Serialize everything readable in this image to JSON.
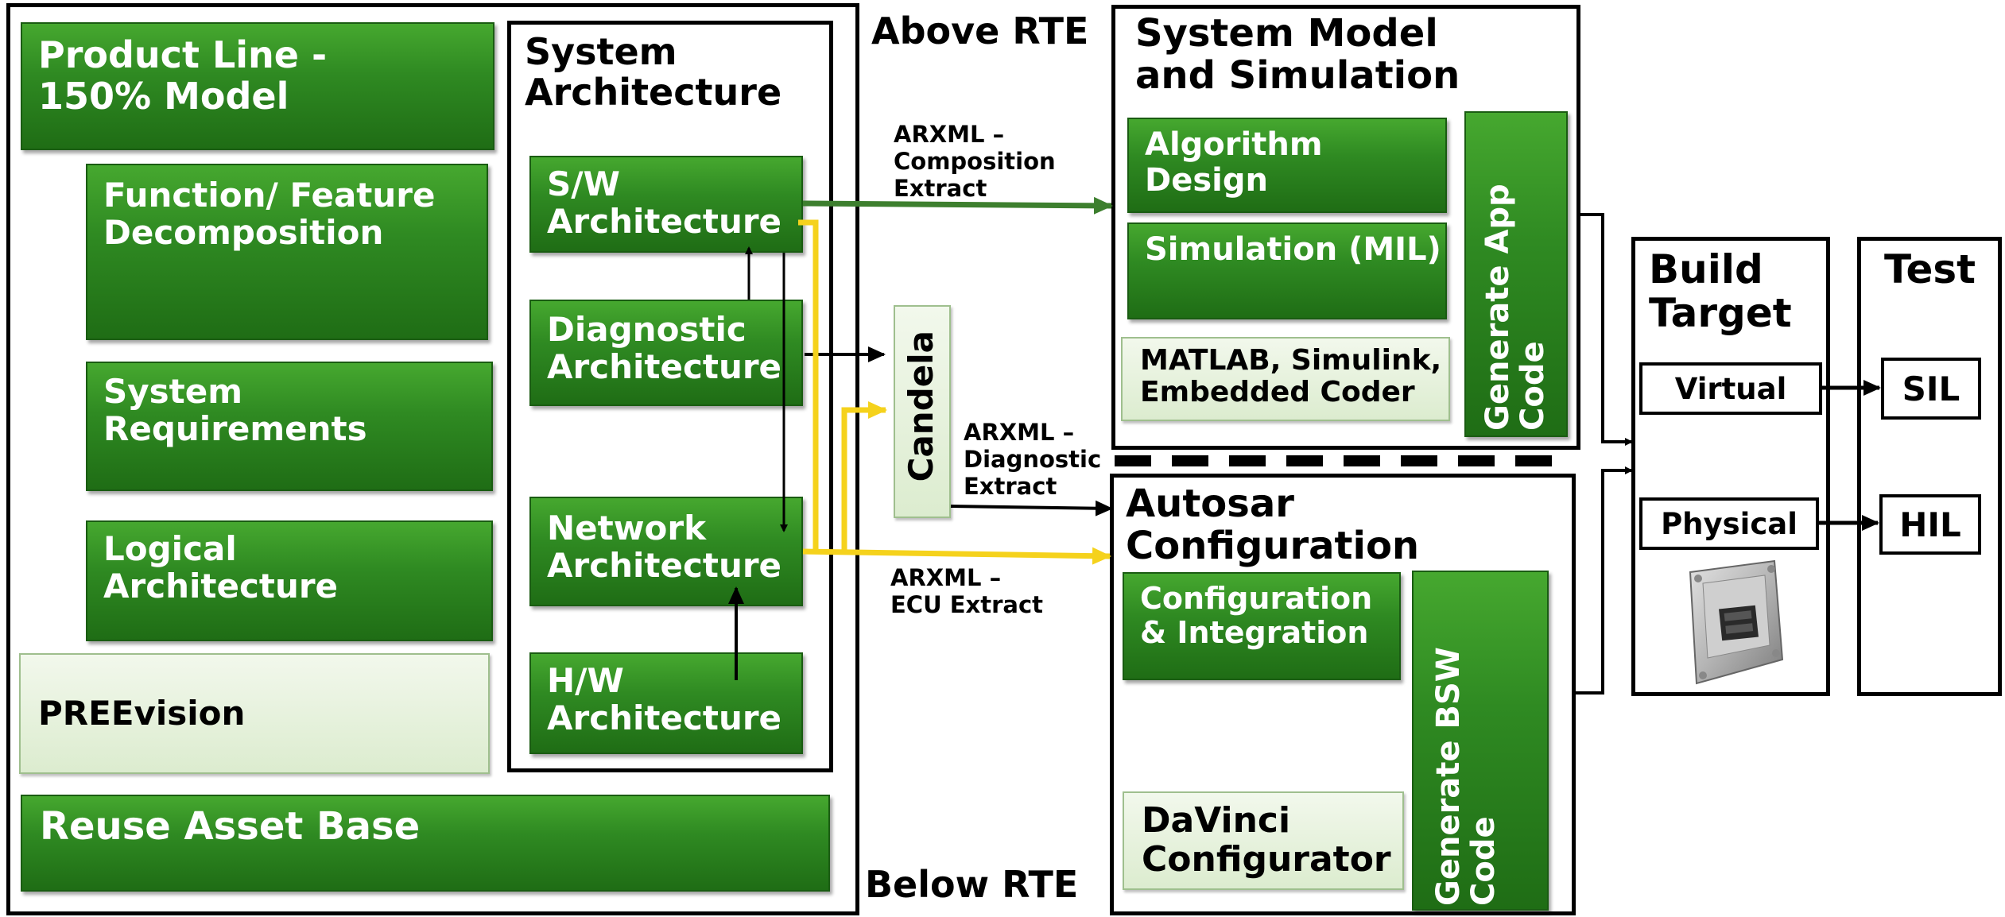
{
  "banners": {
    "above_rte": "Above RTE",
    "below_rte": "Below RTE"
  },
  "left_panel": {
    "product_line": "Product Line -\n150% Model",
    "function_feature": "Function/ Feature\nDecomposition",
    "system_requirements": "System\nRequirements",
    "logical_architecture": "Logical\nArchitecture",
    "preevision": "PREEvision",
    "reuse_asset_base": "Reuse Asset Base"
  },
  "system_architecture": {
    "title": "System\nArchitecture",
    "sw": "S/W\nArchitecture",
    "diagnostic": "Diagnostic\nArchitecture",
    "network": "Network\nArchitecture",
    "hw": "H/W\nArchitecture"
  },
  "candela": "Candela",
  "arrow_labels": {
    "composition": "ARXML –\nComposition\nExtract",
    "diagnostic": "ARXML –\nDiagnostic\nExtract",
    "ecu": "ARXML –\nECU Extract"
  },
  "system_model": {
    "title": "System Model\nand Simulation",
    "algorithm": "Algorithm\nDesign",
    "simulation": "Simulation (MIL)",
    "tools": "MATLAB, Simulink,\nEmbedded Coder",
    "generate": "Generate App\nCode"
  },
  "autosar": {
    "title": "Autosar\nConfiguration",
    "config": "Configuration\n& Integration",
    "davinci": "DaVinci\nConfigurator",
    "generate": "Generate BSW\nCode"
  },
  "build_target": {
    "title": "Build\nTarget",
    "virtual": "Virtual",
    "physical": "Physical"
  },
  "test": {
    "title": "Test",
    "sil": "SIL",
    "hil": "HIL"
  },
  "colors": {
    "green": "#2f8a22",
    "light_green": "#e6f1dc",
    "yellow": "#f5d21c",
    "dark_green_arrow": "#3d7f2e"
  },
  "icons": {
    "ecu_image": "ecu-hardware-icon"
  }
}
